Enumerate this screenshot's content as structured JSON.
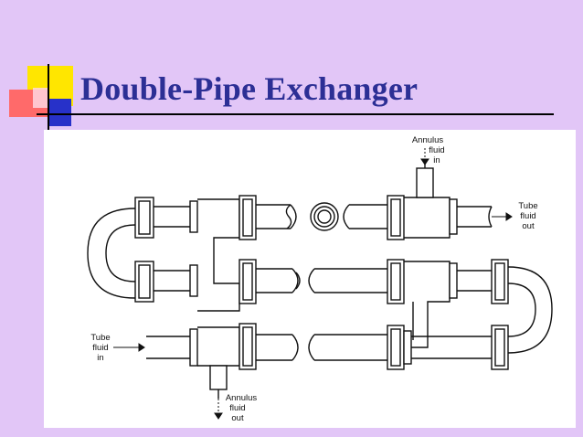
{
  "slide": {
    "title": "Double-Pipe Exchanger"
  },
  "figure": {
    "labels": {
      "annulus_in": [
        "Annulus",
        "fluid",
        "in"
      ],
      "tube_out": [
        "Tube",
        "fluid",
        "out"
      ],
      "tube_in": [
        "Tube",
        "fluid",
        "in"
      ],
      "annulus_out": [
        "Annulus",
        "fluid",
        "out"
      ]
    }
  },
  "colors": {
    "background": "#e2c6f7",
    "title": "#2c2f95",
    "accent_yellow": "#ffe600",
    "accent_red": "#ff6a6a",
    "accent_blue": "#2731c9"
  }
}
